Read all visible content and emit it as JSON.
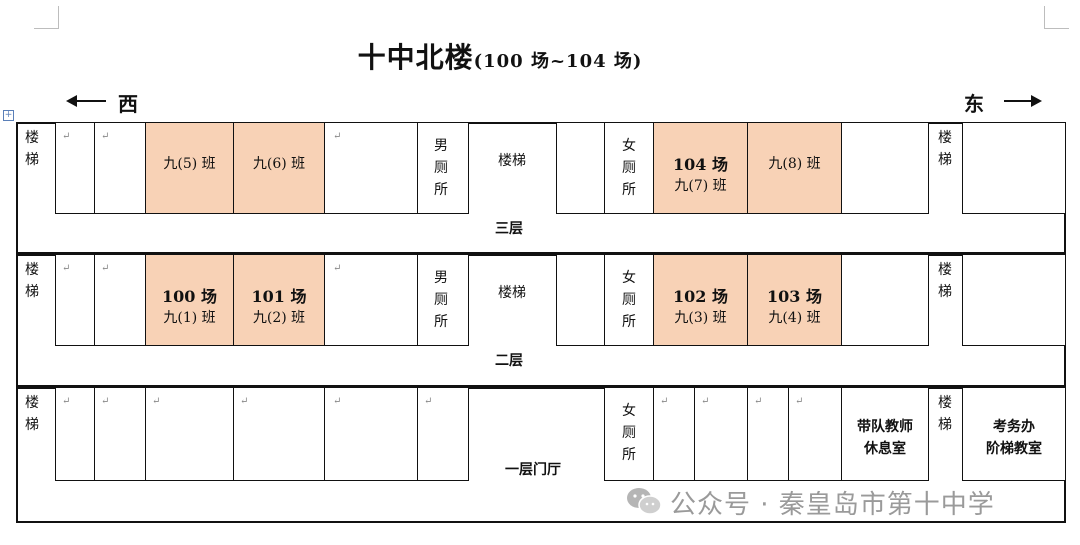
{
  "title": {
    "main": "十中北楼",
    "sub": "(100 场~104 场)"
  },
  "directions": {
    "west": "西",
    "east": "东"
  },
  "floors": {
    "third": {
      "label": "三层"
    },
    "second": {
      "label": "二层"
    },
    "first": {
      "label": "一层门厅"
    }
  },
  "labels": {
    "stair": "楼梯",
    "stair_chars": [
      "楼",
      "梯"
    ],
    "male_toilet_chars": [
      "男",
      "厕",
      "所"
    ],
    "female_toilet_chars": [
      "女",
      "厕",
      "所"
    ],
    "teacher_lounge": [
      "带队教师",
      "休息室"
    ],
    "exam_office": [
      "考务办",
      "阶梯教室"
    ]
  },
  "rooms": {
    "f3_c5": {
      "cls": "九(5) 班"
    },
    "f3_c6": {
      "cls": "九(6) 班"
    },
    "f3_c7": {
      "exam": "104 场",
      "cls": "九(7) 班"
    },
    "f3_c8": {
      "cls": "九(8) 班"
    },
    "f2_c1": {
      "exam": "100 场",
      "cls": "九(1) 班"
    },
    "f2_c2": {
      "exam": "101 场",
      "cls": "九(2) 班"
    },
    "f2_c3": {
      "exam": "102 场",
      "cls": "九(3) 班"
    },
    "f2_c4": {
      "exam": "103 场",
      "cls": "九(4) 班"
    }
  },
  "watermark": {
    "text": "公众号 · 秦皇岛市第十中学",
    "icon": "wechat-icon"
  },
  "colors": {
    "exam_room": "#f8d2b6",
    "line": "#111111",
    "watermark": "#9a9a9a"
  }
}
